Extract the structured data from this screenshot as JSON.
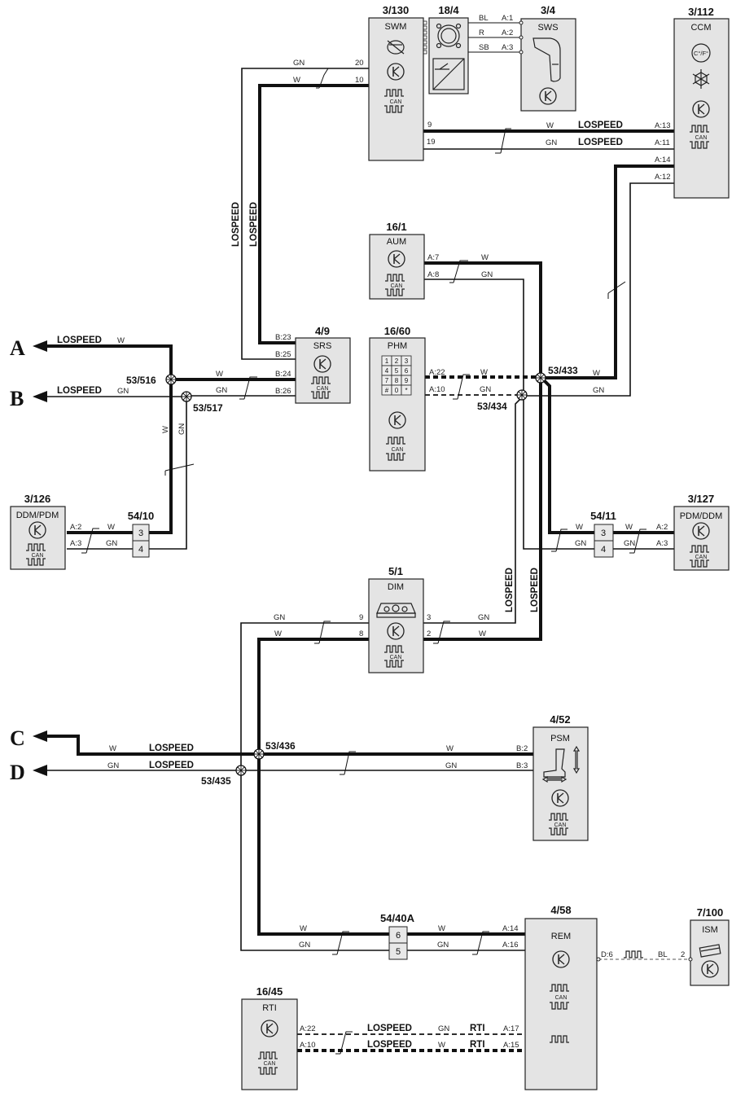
{
  "diagram": {
    "bus_label": "LOSPEED",
    "can_label": "CAN",
    "terminals": {
      "a": "A",
      "b": "B",
      "c": "C",
      "d": "D"
    },
    "modules": {
      "swm": {
        "id": "3/130",
        "name": "SWM",
        "pins": {
          "p20": "20",
          "p10": "10",
          "p9": "9",
          "p19": "19"
        }
      },
      "sas": {
        "id": "18/4"
      },
      "sws": {
        "id": "3/4",
        "name": "SWS",
        "pins": {
          "a1": "A:1",
          "a2": "A:2",
          "a3": "A:3"
        }
      },
      "ccm": {
        "id": "3/112",
        "name": "CCM",
        "temp_label": "C°/F°",
        "pins": {
          "a13": "A:13",
          "a11": "A:11",
          "a14": "A:14",
          "a12": "A:12"
        }
      },
      "aum": {
        "id": "16/1",
        "name": "AUM",
        "pins": {
          "a7": "A:7",
          "a8": "A:8"
        }
      },
      "srs": {
        "id": "4/9",
        "name": "SRS",
        "pins": {
          "b23": "B:23",
          "b25": "B:25",
          "b24": "B:24",
          "b26": "B:26"
        }
      },
      "phm": {
        "id": "16/60",
        "name": "PHM",
        "keys": [
          "1",
          "2",
          "3",
          "4",
          "5",
          "6",
          "7",
          "8",
          "9",
          "#",
          "0",
          "*"
        ],
        "pins": {
          "a22": "A:22",
          "a10": "A:10"
        }
      },
      "ddm": {
        "id": "3/126",
        "name": "DDM/PDM",
        "pins": {
          "a2": "A:2",
          "a3": "A:3"
        }
      },
      "pdm": {
        "id": "3/127",
        "name": "PDM/DDM",
        "pins": {
          "a2": "A:2",
          "a3": "A:3"
        }
      },
      "dim": {
        "id": "5/1",
        "name": "DIM",
        "pins": {
          "p9": "9",
          "p8": "8",
          "p3": "3",
          "p2": "2"
        }
      },
      "psm": {
        "id": "4/52",
        "name": "PSM",
        "pins": {
          "b2": "B:2",
          "b3": "B:3"
        }
      },
      "rem": {
        "id": "4/58",
        "name": "REM",
        "pins": {
          "a14": "A:14",
          "a16": "A:16",
          "d6": "D:6",
          "a17": "A:17",
          "a15": "A:15"
        }
      },
      "ism": {
        "id": "7/100",
        "name": "ISM",
        "pins": {
          "p2": "2"
        }
      },
      "rti": {
        "id": "16/45",
        "name": "RTI",
        "pins": {
          "a22": "A:22",
          "a10": "A:10"
        }
      }
    },
    "connectors": {
      "c5410": {
        "id": "54/10",
        "pins": [
          "3",
          "4"
        ]
      },
      "c5411": {
        "id": "54/11",
        "pins": [
          "3",
          "4"
        ]
      },
      "c5440a": {
        "id": "54/40A",
        "pins": [
          "6",
          "5"
        ]
      }
    },
    "splices": {
      "s516": "53/516",
      "s517": "53/517",
      "s433": "53/433",
      "s434": "53/434",
      "s436": "53/436",
      "s435": "53/435"
    },
    "wire_colors": {
      "w": "W",
      "gn": "GN",
      "bl": "BL",
      "r": "R",
      "sb": "SB"
    },
    "rti_label": "RTI"
  }
}
